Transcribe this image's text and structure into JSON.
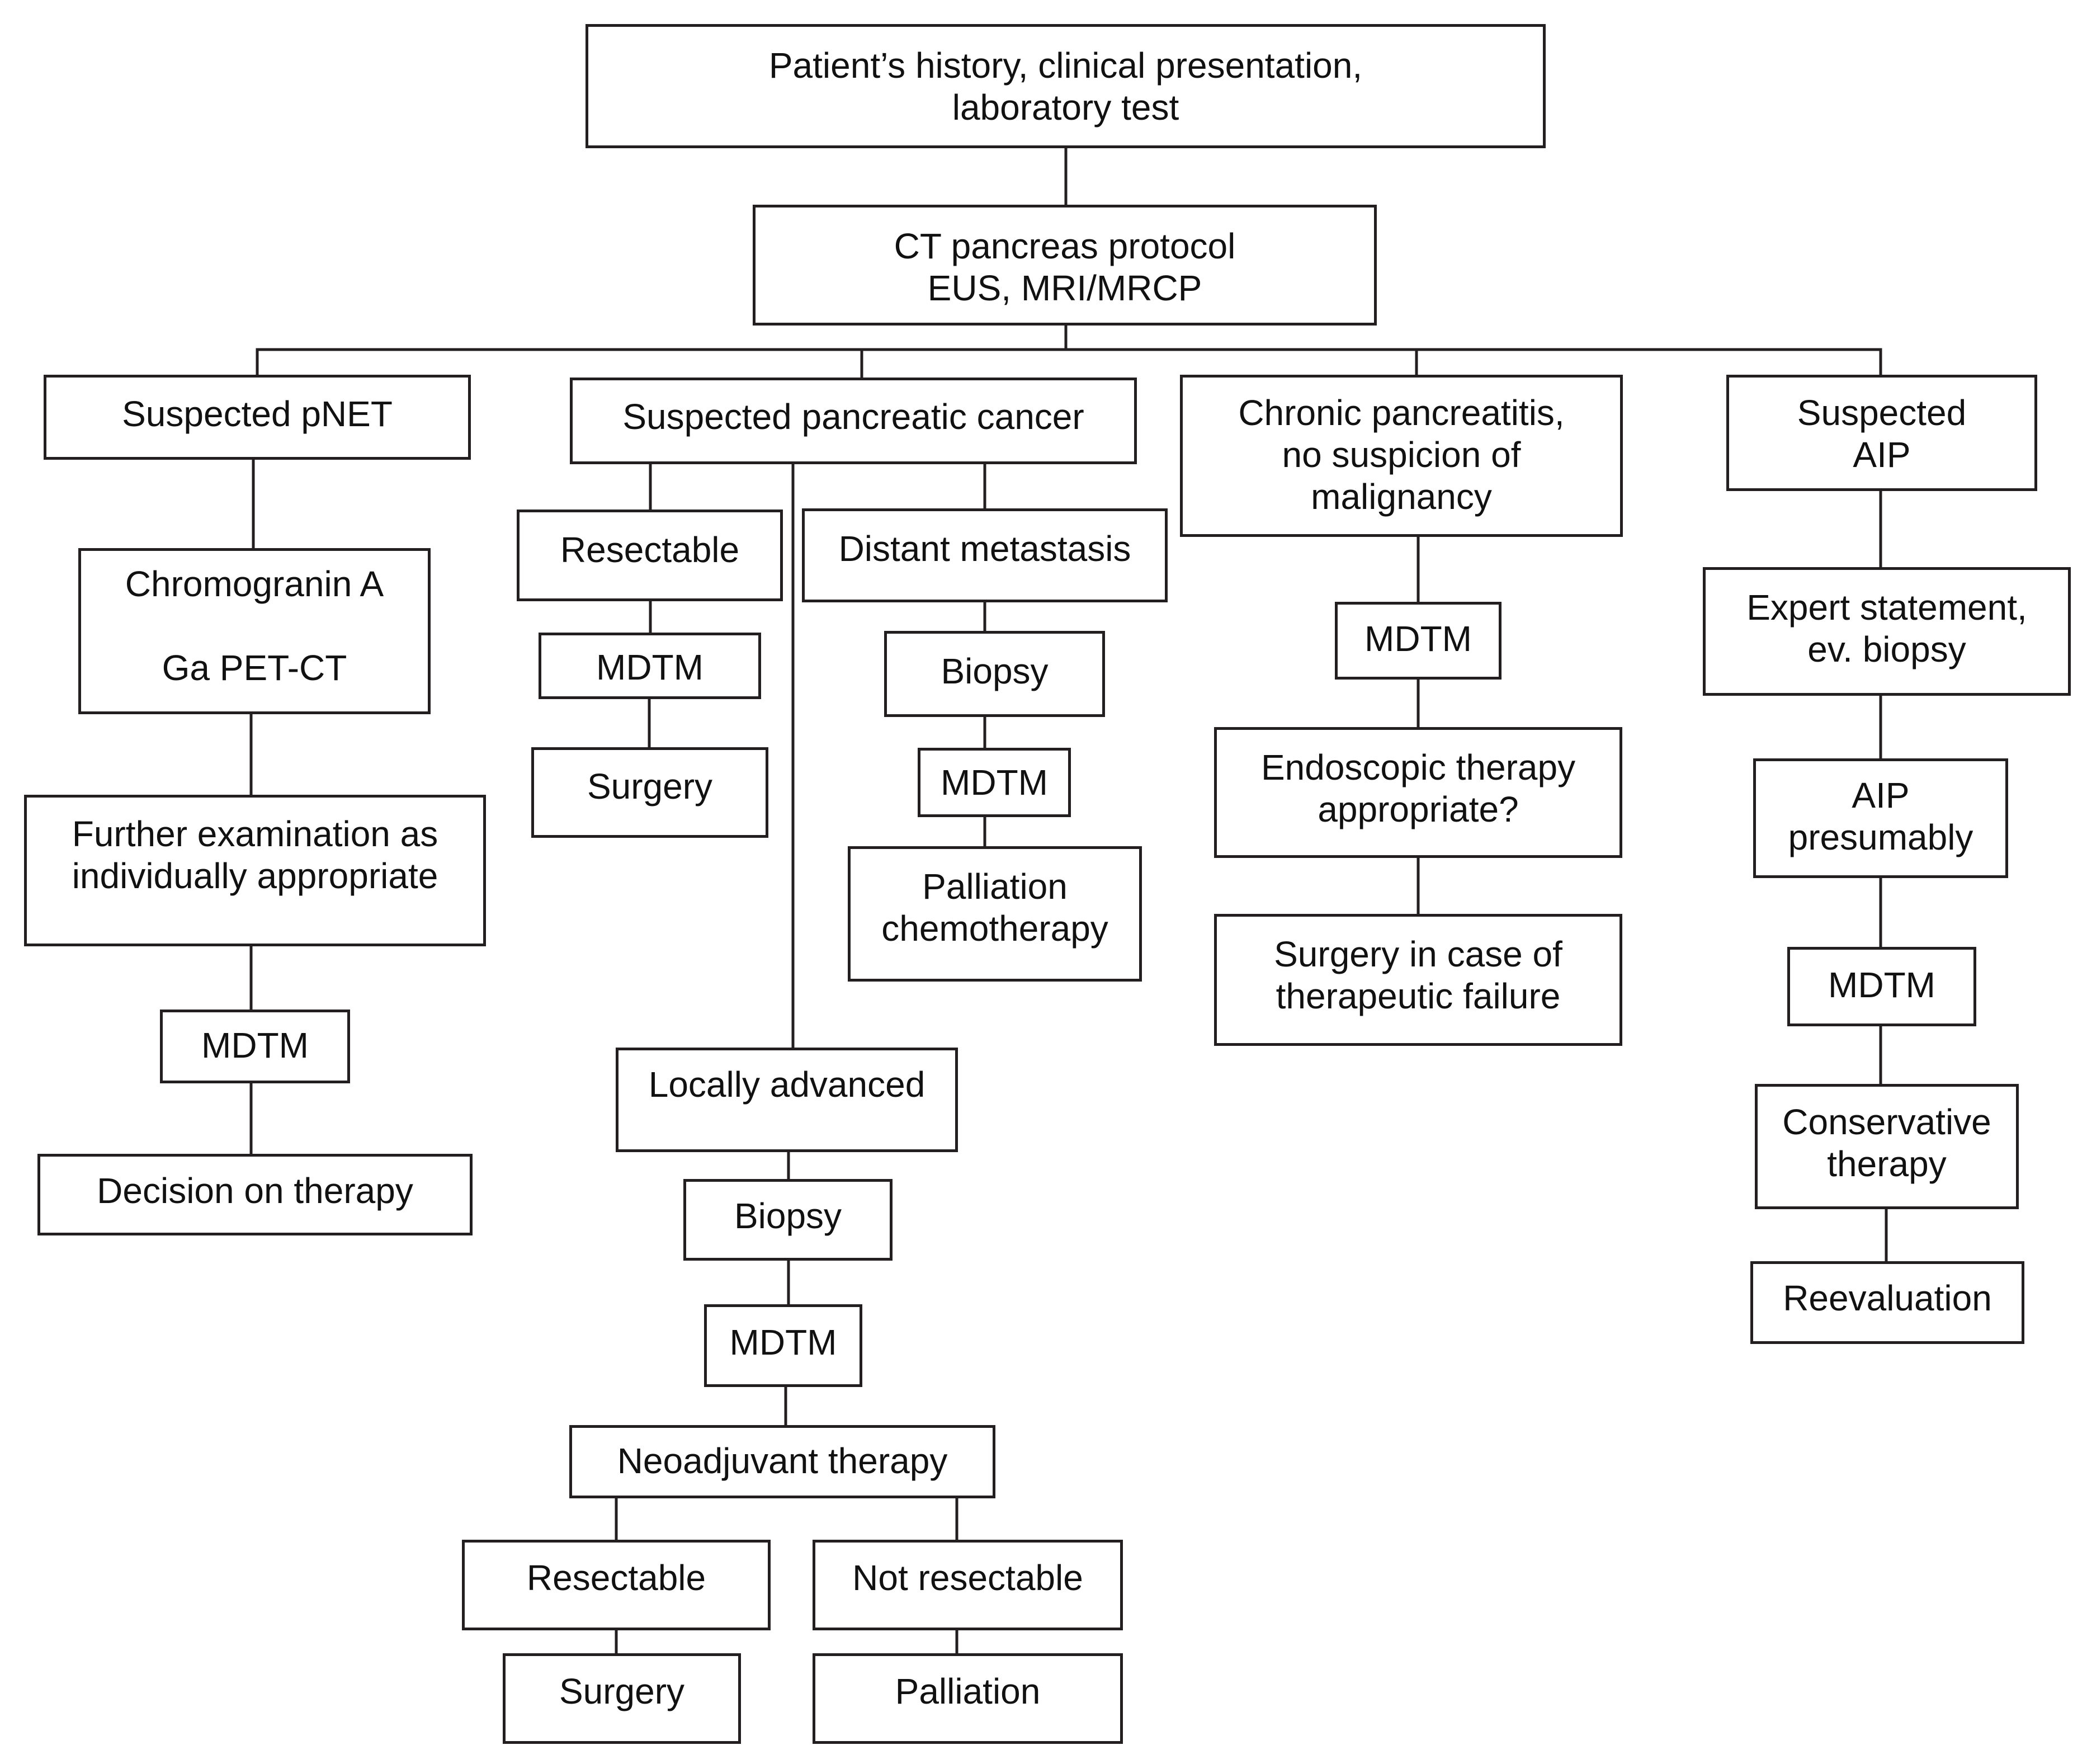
{
  "colors": {
    "line": "#231f20",
    "text": "#111111",
    "background": "#ffffff"
  },
  "nodes": {
    "patient_history": "Patient’s history, clinical presentation,\nlaboratory test",
    "ct_pancreas": "CT pancreas protocol\nEUS, MRI/MRCP",
    "suspected_pnet": "Suspected pNET",
    "suspected_pancreatic_cancer": "Suspected pancreatic cancer",
    "chronic_pancreatitis": "Chronic pancreatitis,\nno suspicion of\nmalignancy",
    "suspected_aip": "Suspected\nAIP",
    "chromogranin": "Chromogranin A\n\nGa PET-CT",
    "further_examination": "Further examination as\nindividually appropriate",
    "pnet_mdtm": "MDTM",
    "decision_on_therapy": "Decision on therapy",
    "resectable_1": "Resectable",
    "resectable_mdtm": "MDTM",
    "surgery_1": "Surgery",
    "distant_metastasis": "Distant metastasis",
    "metastasis_biopsy": "Biopsy",
    "metastasis_mdtm": "MDTM",
    "palliation_chemotherapy": "Palliation\nchemotherapy",
    "locally_advanced": "Locally advanced",
    "locally_biopsy": "Biopsy",
    "locally_mdtm": "MDTM",
    "neoadjuvant_therapy": "Neoadjuvant therapy",
    "resectable_2": "Resectable",
    "not_resectable": "Not resectable",
    "surgery_2": "Surgery",
    "palliation": "Palliation",
    "pancreatitis_mdtm": "MDTM",
    "endoscopic_therapy": "Endoscopic therapy\nappropriate?",
    "surgery_failure": "Surgery in case of\ntherapeutic failure",
    "expert_statement": "Expert statement,\nev. biopsy",
    "aip_presumably": "AIP\npresumably",
    "aip_mdtm": "MDTM",
    "conservative_therapy": "Conservative\ntherapy",
    "reevaluation": "Reevaluation"
  }
}
